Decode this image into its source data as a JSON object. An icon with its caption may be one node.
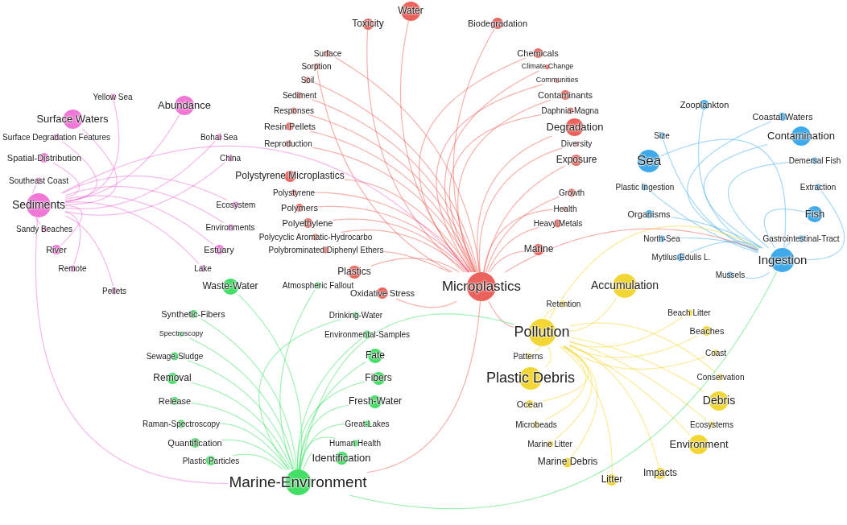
{
  "diagram": {
    "nodes": [
      {
        "text": [
          "Surface Waters"
        ]
      },
      {
        "text": [
          "Abundance"
        ]
      },
      {
        "text": [
          "Yellow Sea"
        ]
      },
      {
        "text": [
          "Surface Degradation Features"
        ]
      },
      {
        "text": [
          "Spatial-Distribution"
        ]
      },
      {
        "text": [
          "Southeast Coast"
        ]
      },
      {
        "text": [
          "Sediments"
        ]
      },
      {
        "text": [
          "Sandy Beaches"
        ]
      },
      {
        "text": [
          "River"
        ]
      },
      {
        "text": [
          "Remote"
        ]
      },
      {
        "text": [
          "Pellets"
        ]
      },
      {
        "text": [
          "Bohai Sea"
        ]
      },
      {
        "text": [
          "China"
        ]
      },
      {
        "text": [
          "Ecosystem"
        ]
      },
      {
        "text": [
          "Environments"
        ]
      },
      {
        "text": [
          "Estuary"
        ]
      },
      {
        "text": [
          "Lake"
        ]
      },
      {
        "text": [
          "Water"
        ]
      },
      {
        "text": [
          "Toxicity"
        ]
      },
      {
        "text": [
          "Biodegradation"
        ]
      },
      {
        "text": [
          "Surface"
        ]
      },
      {
        "text": [
          "Sorption"
        ]
      },
      {
        "text": [
          "Soil"
        ]
      },
      {
        "text": [
          "Sediment"
        ]
      },
      {
        "text": [
          "Responses"
        ]
      },
      {
        "text": [
          "Resin Pellets"
        ]
      },
      {
        "text": [
          "Reproduction"
        ]
      },
      {
        "text": [
          "Polystyrene Microplastics"
        ]
      },
      {
        "text": [
          "Polystyrene"
        ]
      },
      {
        "text": [
          "Polymers"
        ]
      },
      {
        "text": [
          "Polyethylene"
        ]
      },
      {
        "text": [
          "Polycyclic Aromatic-Hydrocarbo"
        ]
      },
      {
        "text": [
          "Polybrominated Diphenyl Ethers"
        ]
      },
      {
        "text": [
          "Plastics"
        ]
      },
      {
        "text": [
          "Oxidative Stress"
        ]
      },
      {
        "text": [
          "Microplastics"
        ]
      },
      {
        "text": [
          "Chemicals"
        ]
      },
      {
        "text": [
          "Climate Change"
        ]
      },
      {
        "text": [
          "Communities"
        ]
      },
      {
        "text": [
          "Contaminants"
        ]
      },
      {
        "text": [
          "Daphnia-Magna"
        ]
      },
      {
        "text": [
          "Degradation"
        ]
      },
      {
        "text": [
          "Diversity"
        ]
      },
      {
        "text": [
          "Exposure"
        ]
      },
      {
        "text": [
          "Growth"
        ]
      },
      {
        "text": [
          "Health"
        ]
      },
      {
        "text": [
          "Heavy Metals"
        ]
      },
      {
        "text": [
          "Marine"
        ]
      },
      {
        "text": [
          "Zooplankton"
        ]
      },
      {
        "text": [
          "Coastal Waters"
        ]
      },
      {
        "text": [
          "Size"
        ]
      },
      {
        "text": [
          "Contamination"
        ]
      },
      {
        "text": [
          "Sea"
        ]
      },
      {
        "text": [
          "Demersal Fish"
        ]
      },
      {
        "text": [
          "Plastic Ingestion"
        ]
      },
      {
        "text": [
          "Extraction"
        ]
      },
      {
        "text": [
          "Organisms"
        ]
      },
      {
        "text": [
          "Fish"
        ]
      },
      {
        "text": [
          "North-Sea"
        ]
      },
      {
        "text": [
          "Gastrointestinal-Tract"
        ]
      },
      {
        "text": [
          "Mytilus-Edulis L."
        ]
      },
      {
        "text": [
          "Ingestion"
        ]
      },
      {
        "text": [
          "Mussels"
        ]
      },
      {
        "text": [
          "Accumulation"
        ]
      },
      {
        "text": [
          "Retention"
        ]
      },
      {
        "text": [
          "Pollution"
        ]
      },
      {
        "text": [
          "Beach Litter"
        ]
      },
      {
        "text": [
          "Beaches"
        ]
      },
      {
        "text": [
          "Patterns"
        ]
      },
      {
        "text": [
          "Coast"
        ]
      },
      {
        "text": [
          "Plastic Debris"
        ]
      },
      {
        "text": [
          "Conservation"
        ]
      },
      {
        "text": [
          "Debris"
        ]
      },
      {
        "text": [
          "Ocean"
        ]
      },
      {
        "text": [
          "Microbeads"
        ]
      },
      {
        "text": [
          "Ecosystems"
        ]
      },
      {
        "text": [
          "Marine Litter"
        ]
      },
      {
        "text": [
          "Environment"
        ]
      },
      {
        "text": [
          "Marine Debris"
        ]
      },
      {
        "text": [
          "Impacts"
        ]
      },
      {
        "text": [
          "Litter"
        ]
      },
      {
        "text": [
          "Waste-Water"
        ]
      },
      {
        "text": [
          "Atmospheric Fallout"
        ]
      },
      {
        "text": [
          "Synthetic-Fibers"
        ]
      },
      {
        "text": [
          "Drinking-Water"
        ]
      },
      {
        "text": [
          "Spectroscopy"
        ]
      },
      {
        "text": [
          "Environmental-Samples"
        ]
      },
      {
        "text": [
          "Sewage-Sludge"
        ]
      },
      {
        "text": [
          "Fate"
        ]
      },
      {
        "text": [
          "Removal"
        ]
      },
      {
        "text": [
          "Fibers"
        ]
      },
      {
        "text": [
          "Release"
        ]
      },
      {
        "text": [
          "Fresh-Water"
        ]
      },
      {
        "text": [
          "Raman-Spectroscopy"
        ]
      },
      {
        "text": [
          "Great-Lakes"
        ]
      },
      {
        "text": [
          "Quantification"
        ]
      },
      {
        "text": [
          "Human Health"
        ]
      },
      {
        "text": [
          "Plastic Particles"
        ]
      },
      {
        "text": [
          "Identification"
        ]
      },
      {
        "text": [
          "Marine-Environment"
        ]
      }
    ],
    "edges": [
      {
        "from": 0,
        "to": 6,
        "arrow": "none",
        "color": "#ee5fd0"
      },
      {
        "from": 1,
        "to": 6,
        "arrow": "none",
        "color": "#ee5fd0"
      },
      {
        "from": 2,
        "to": 6,
        "arrow": "none",
        "color": "#ee5fd0"
      },
      {
        "from": 3,
        "to": 6,
        "arrow": "none",
        "color": "#ee5fd0"
      },
      {
        "from": 4,
        "to": 6,
        "arrow": "none",
        "color": "#ee5fd0"
      },
      {
        "from": 5,
        "to": 6,
        "arrow": "none",
        "color": "#ee5fd0"
      },
      {
        "from": 7,
        "to": 6,
        "arrow": "none",
        "color": "#ee5fd0"
      },
      {
        "from": 8,
        "to": 6,
        "arrow": "none",
        "color": "#ee5fd0"
      },
      {
        "from": 9,
        "to": 6,
        "arrow": "none",
        "color": "#ee5fd0"
      },
      {
        "from": 10,
        "to": 6,
        "arrow": "none",
        "color": "#ee5fd0"
      },
      {
        "from": 11,
        "to": 6,
        "arrow": "none",
        "color": "#ee5fd0"
      },
      {
        "from": 12,
        "to": 6,
        "arrow": "none",
        "color": "#ee5fd0"
      },
      {
        "from": 13,
        "to": 6,
        "arrow": "none",
        "color": "#ee5fd0"
      },
      {
        "from": 14,
        "to": 6,
        "arrow": "none",
        "color": "#ee5fd0"
      },
      {
        "from": 15,
        "to": 6,
        "arrow": "none",
        "color": "#ee5fd0"
      },
      {
        "from": 16,
        "to": 6,
        "arrow": "none",
        "color": "#ee5fd0"
      },
      {
        "from": 17,
        "to": 35,
        "arrow": "none",
        "color": "#ee5048"
      },
      {
        "from": 18,
        "to": 35,
        "arrow": "none",
        "color": "#ee5048"
      },
      {
        "from": 19,
        "to": 35,
        "arrow": "none",
        "color": "#ee5048"
      },
      {
        "from": 20,
        "to": 35,
        "arrow": "none",
        "color": "#ee5048"
      },
      {
        "from": 21,
        "to": 35,
        "arrow": "none",
        "color": "#ee5048"
      },
      {
        "from": 22,
        "to": 35,
        "arrow": "none",
        "color": "#ee5048"
      },
      {
        "from": 23,
        "to": 35,
        "arrow": "none",
        "color": "#ee5048"
      },
      {
        "from": 24,
        "to": 35,
        "arrow": "none",
        "color": "#ee5048"
      },
      {
        "from": 25,
        "to": 35,
        "arrow": "none",
        "color": "#ee5048"
      },
      {
        "from": 26,
        "to": 35,
        "arrow": "none",
        "color": "#ee5048"
      },
      {
        "from": 27,
        "to": 35,
        "arrow": "none",
        "color": "#ee5048"
      },
      {
        "from": 28,
        "to": 35,
        "arrow": "none",
        "color": "#ee5048"
      },
      {
        "from": 29,
        "to": 35,
        "arrow": "none",
        "color": "#ee5048"
      },
      {
        "from": 30,
        "to": 35,
        "arrow": "none",
        "color": "#ee5048"
      },
      {
        "from": 31,
        "to": 35,
        "arrow": "none",
        "color": "#ee5048"
      },
      {
        "from": 32,
        "to": 35,
        "arrow": "none",
        "color": "#ee5048"
      },
      {
        "from": 33,
        "to": 35,
        "arrow": "none",
        "color": "#ee5048"
      },
      {
        "from": 34,
        "to": 35,
        "arrow": "none",
        "color": "#ee5048"
      },
      {
        "from": 36,
        "to": 35,
        "arrow": "none",
        "color": "#ee5048"
      },
      {
        "from": 37,
        "to": 35,
        "arrow": "none",
        "color": "#ee5048"
      },
      {
        "from": 38,
        "to": 35,
        "arrow": "none",
        "color": "#ee5048"
      },
      {
        "from": 39,
        "to": 35,
        "arrow": "none",
        "color": "#ee5048"
      },
      {
        "from": 40,
        "to": 35,
        "arrow": "none",
        "color": "#ee5048"
      },
      {
        "from": 41,
        "to": 35,
        "arrow": "none",
        "color": "#ee5048"
      },
      {
        "from": 42,
        "to": 35,
        "arrow": "none",
        "color": "#ee5048"
      },
      {
        "from": 43,
        "to": 35,
        "arrow": "none",
        "color": "#ee5048"
      },
      {
        "from": 44,
        "to": 35,
        "arrow": "none",
        "color": "#ee5048"
      },
      {
        "from": 45,
        "to": 35,
        "arrow": "none",
        "color": "#ee5048"
      },
      {
        "from": 46,
        "to": 35,
        "arrow": "none",
        "color": "#ee5048"
      },
      {
        "from": 47,
        "to": 35,
        "arrow": "none",
        "color": "#ee5048"
      },
      {
        "from": 48,
        "to": 61,
        "arrow": "none",
        "color": "#36a8ec"
      },
      {
        "from": 49,
        "to": 61,
        "arrow": "none",
        "color": "#36a8ec"
      },
      {
        "from": 50,
        "to": 61,
        "arrow": "none",
        "color": "#36a8ec"
      },
      {
        "from": 51,
        "to": 61,
        "arrow": "none",
        "color": "#36a8ec"
      },
      {
        "from": 52,
        "to": 61,
        "arrow": "none",
        "color": "#36a8ec"
      },
      {
        "from": 53,
        "to": 61,
        "arrow": "none",
        "color": "#36a8ec"
      },
      {
        "from": 54,
        "to": 61,
        "arrow": "none",
        "color": "#36a8ec"
      },
      {
        "from": 55,
        "to": 61,
        "arrow": "none",
        "color": "#36a8ec"
      },
      {
        "from": 56,
        "to": 61,
        "arrow": "none",
        "color": "#36a8ec"
      },
      {
        "from": 57,
        "to": 61,
        "arrow": "none",
        "color": "#36a8ec"
      },
      {
        "from": 58,
        "to": 61,
        "arrow": "none",
        "color": "#36a8ec"
      },
      {
        "from": 59,
        "to": 61,
        "arrow": "none",
        "color": "#36a8ec"
      },
      {
        "from": 60,
        "to": 61,
        "arrow": "none",
        "color": "#36a8ec"
      },
      {
        "from": 62,
        "to": 61,
        "arrow": "none",
        "color": "#36a8ec"
      },
      {
        "from": 63,
        "to": 65,
        "arrow": "none",
        "color": "#f2d21a"
      },
      {
        "from": 64,
        "to": 65,
        "arrow": "none",
        "color": "#f2d21a"
      },
      {
        "from": 66,
        "to": 65,
        "arrow": "none",
        "color": "#f2d21a"
      },
      {
        "from": 67,
        "to": 65,
        "arrow": "none",
        "color": "#f2d21a"
      },
      {
        "from": 68,
        "to": 65,
        "arrow": "none",
        "color": "#f2d21a"
      },
      {
        "from": 69,
        "to": 65,
        "arrow": "none",
        "color": "#f2d21a"
      },
      {
        "from": 70,
        "to": 65,
        "arrow": "none",
        "color": "#f2d21a"
      },
      {
        "from": 71,
        "to": 65,
        "arrow": "none",
        "color": "#f2d21a"
      },
      {
        "from": 72,
        "to": 65,
        "arrow": "none",
        "color": "#f2d21a"
      },
      {
        "from": 73,
        "to": 65,
        "arrow": "none",
        "color": "#f2d21a"
      },
      {
        "from": 74,
        "to": 65,
        "arrow": "none",
        "color": "#f2d21a"
      },
      {
        "from": 75,
        "to": 65,
        "arrow": "none",
        "color": "#f2d21a"
      },
      {
        "from": 76,
        "to": 65,
        "arrow": "none",
        "color": "#f2d21a"
      },
      {
        "from": 77,
        "to": 65,
        "arrow": "none",
        "color": "#f2d21a"
      },
      {
        "from": 78,
        "to": 65,
        "arrow": "none",
        "color": "#f2d21a"
      },
      {
        "from": 79,
        "to": 65,
        "arrow": "none",
        "color": "#f2d21a"
      },
      {
        "from": 80,
        "to": 65,
        "arrow": "none",
        "color": "#f2d21a"
      },
      {
        "from": 81,
        "to": 99,
        "arrow": "none",
        "color": "#2ee05a"
      },
      {
        "from": 82,
        "to": 99,
        "arrow": "none",
        "color": "#2ee05a"
      },
      {
        "from": 83,
        "to": 99,
        "arrow": "none",
        "color": "#2ee05a"
      },
      {
        "from": 84,
        "to": 99,
        "arrow": "none",
        "color": "#2ee05a"
      },
      {
        "from": 85,
        "to": 99,
        "arrow": "none",
        "color": "#2ee05a"
      },
      {
        "from": 86,
        "to": 99,
        "arrow": "none",
        "color": "#2ee05a"
      },
      {
        "from": 87,
        "to": 99,
        "arrow": "none",
        "color": "#2ee05a"
      },
      {
        "from": 88,
        "to": 99,
        "arrow": "none",
        "color": "#2ee05a"
      },
      {
        "from": 89,
        "to": 99,
        "arrow": "none",
        "color": "#2ee05a"
      },
      {
        "from": 90,
        "to": 99,
        "arrow": "none",
        "color": "#2ee05a"
      },
      {
        "from": 91,
        "to": 99,
        "arrow": "none",
        "color": "#2ee05a"
      },
      {
        "from": 92,
        "to": 99,
        "arrow": "none",
        "color": "#2ee05a"
      },
      {
        "from": 93,
        "to": 99,
        "arrow": "none",
        "color": "#2ee05a"
      },
      {
        "from": 94,
        "to": 99,
        "arrow": "none",
        "color": "#2ee05a"
      },
      {
        "from": 95,
        "to": 99,
        "arrow": "none",
        "color": "#2ee05a"
      },
      {
        "from": 96,
        "to": 99,
        "arrow": "none",
        "color": "#2ee05a"
      },
      {
        "from": 97,
        "to": 99,
        "arrow": "none",
        "color": "#2ee05a"
      },
      {
        "from": 98,
        "to": 99,
        "arrow": "none",
        "color": "#2ee05a"
      },
      {
        "from": 6,
        "to": 35,
        "arrow": "none",
        "color": "#ee5fd0"
      },
      {
        "from": 35,
        "to": 99,
        "arrow": "none",
        "color": "#ee5048"
      },
      {
        "from": 35,
        "to": 65,
        "arrow": "none",
        "color": "#ee5048"
      },
      {
        "from": 35,
        "to": 61,
        "arrow": "none",
        "color": "#ee5048"
      },
      {
        "from": 99,
        "to": 65,
        "arrow": "none",
        "color": "#2ee05a"
      },
      {
        "from": 99,
        "to": 61,
        "arrow": "none",
        "color": "#2ee05a"
      },
      {
        "from": 6,
        "to": 99,
        "arrow": "none",
        "color": "#ee5fd0"
      },
      {
        "from": 65,
        "to": 61,
        "arrow": "none",
        "color": "#f2d21a"
      }
    ]
  }
}
